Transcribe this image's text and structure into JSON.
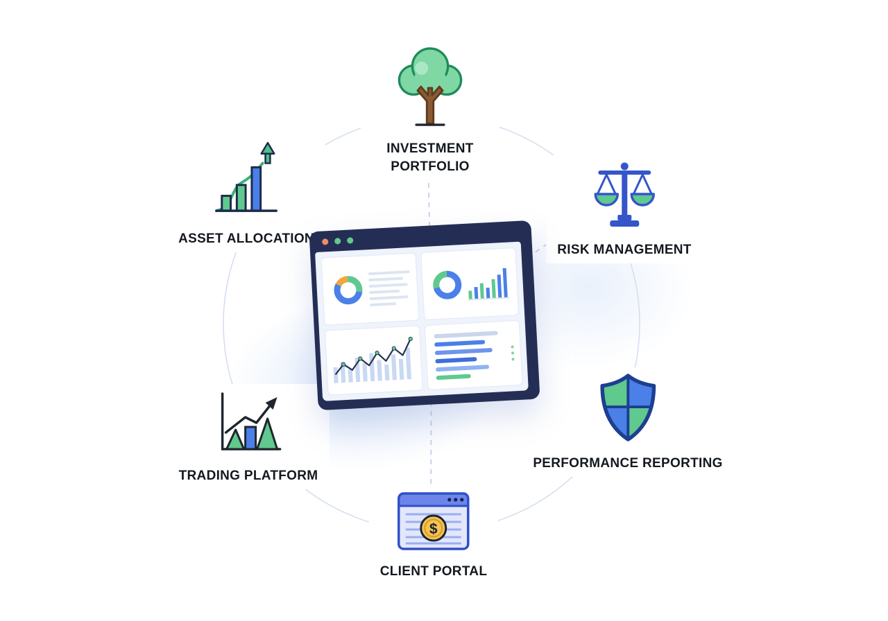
{
  "diagram": {
    "name": "wealth-management-platform-diagram",
    "nodes": {
      "investment_portfolio": {
        "label": "INVESTMENT PORTFOLIO",
        "icon": "tree-icon"
      },
      "risk_management": {
        "label": "RISK MANAGEMENT",
        "icon": "balance-scale-icon"
      },
      "performance_reporting": {
        "label": "PERFORMANCE REPORTING",
        "icon": "shield-icon"
      },
      "client_portal": {
        "label": "CLIENT PORTAL",
        "icon": "browser-dollar-icon"
      },
      "trading_platform": {
        "label": "TRADING PLATFORM",
        "icon": "trading-chart-icon"
      },
      "asset_allocation": {
        "label": "ASSET ALLOCATION",
        "icon": "growth-bars-icon"
      }
    }
  },
  "icons": {
    "client_portal": {
      "dollar_glyph": "$"
    }
  },
  "colors": {
    "blue": "#4a80e8",
    "green": "#5fc98e",
    "orange": "#f0a73e",
    "navy": "#242e55",
    "gold": "#f6c452",
    "ring": "#d5dfef",
    "dash": "#bdc9e7",
    "titlebar_dots": [
      "#ef8a67",
      "#63c98d",
      "#63c98d"
    ]
  }
}
